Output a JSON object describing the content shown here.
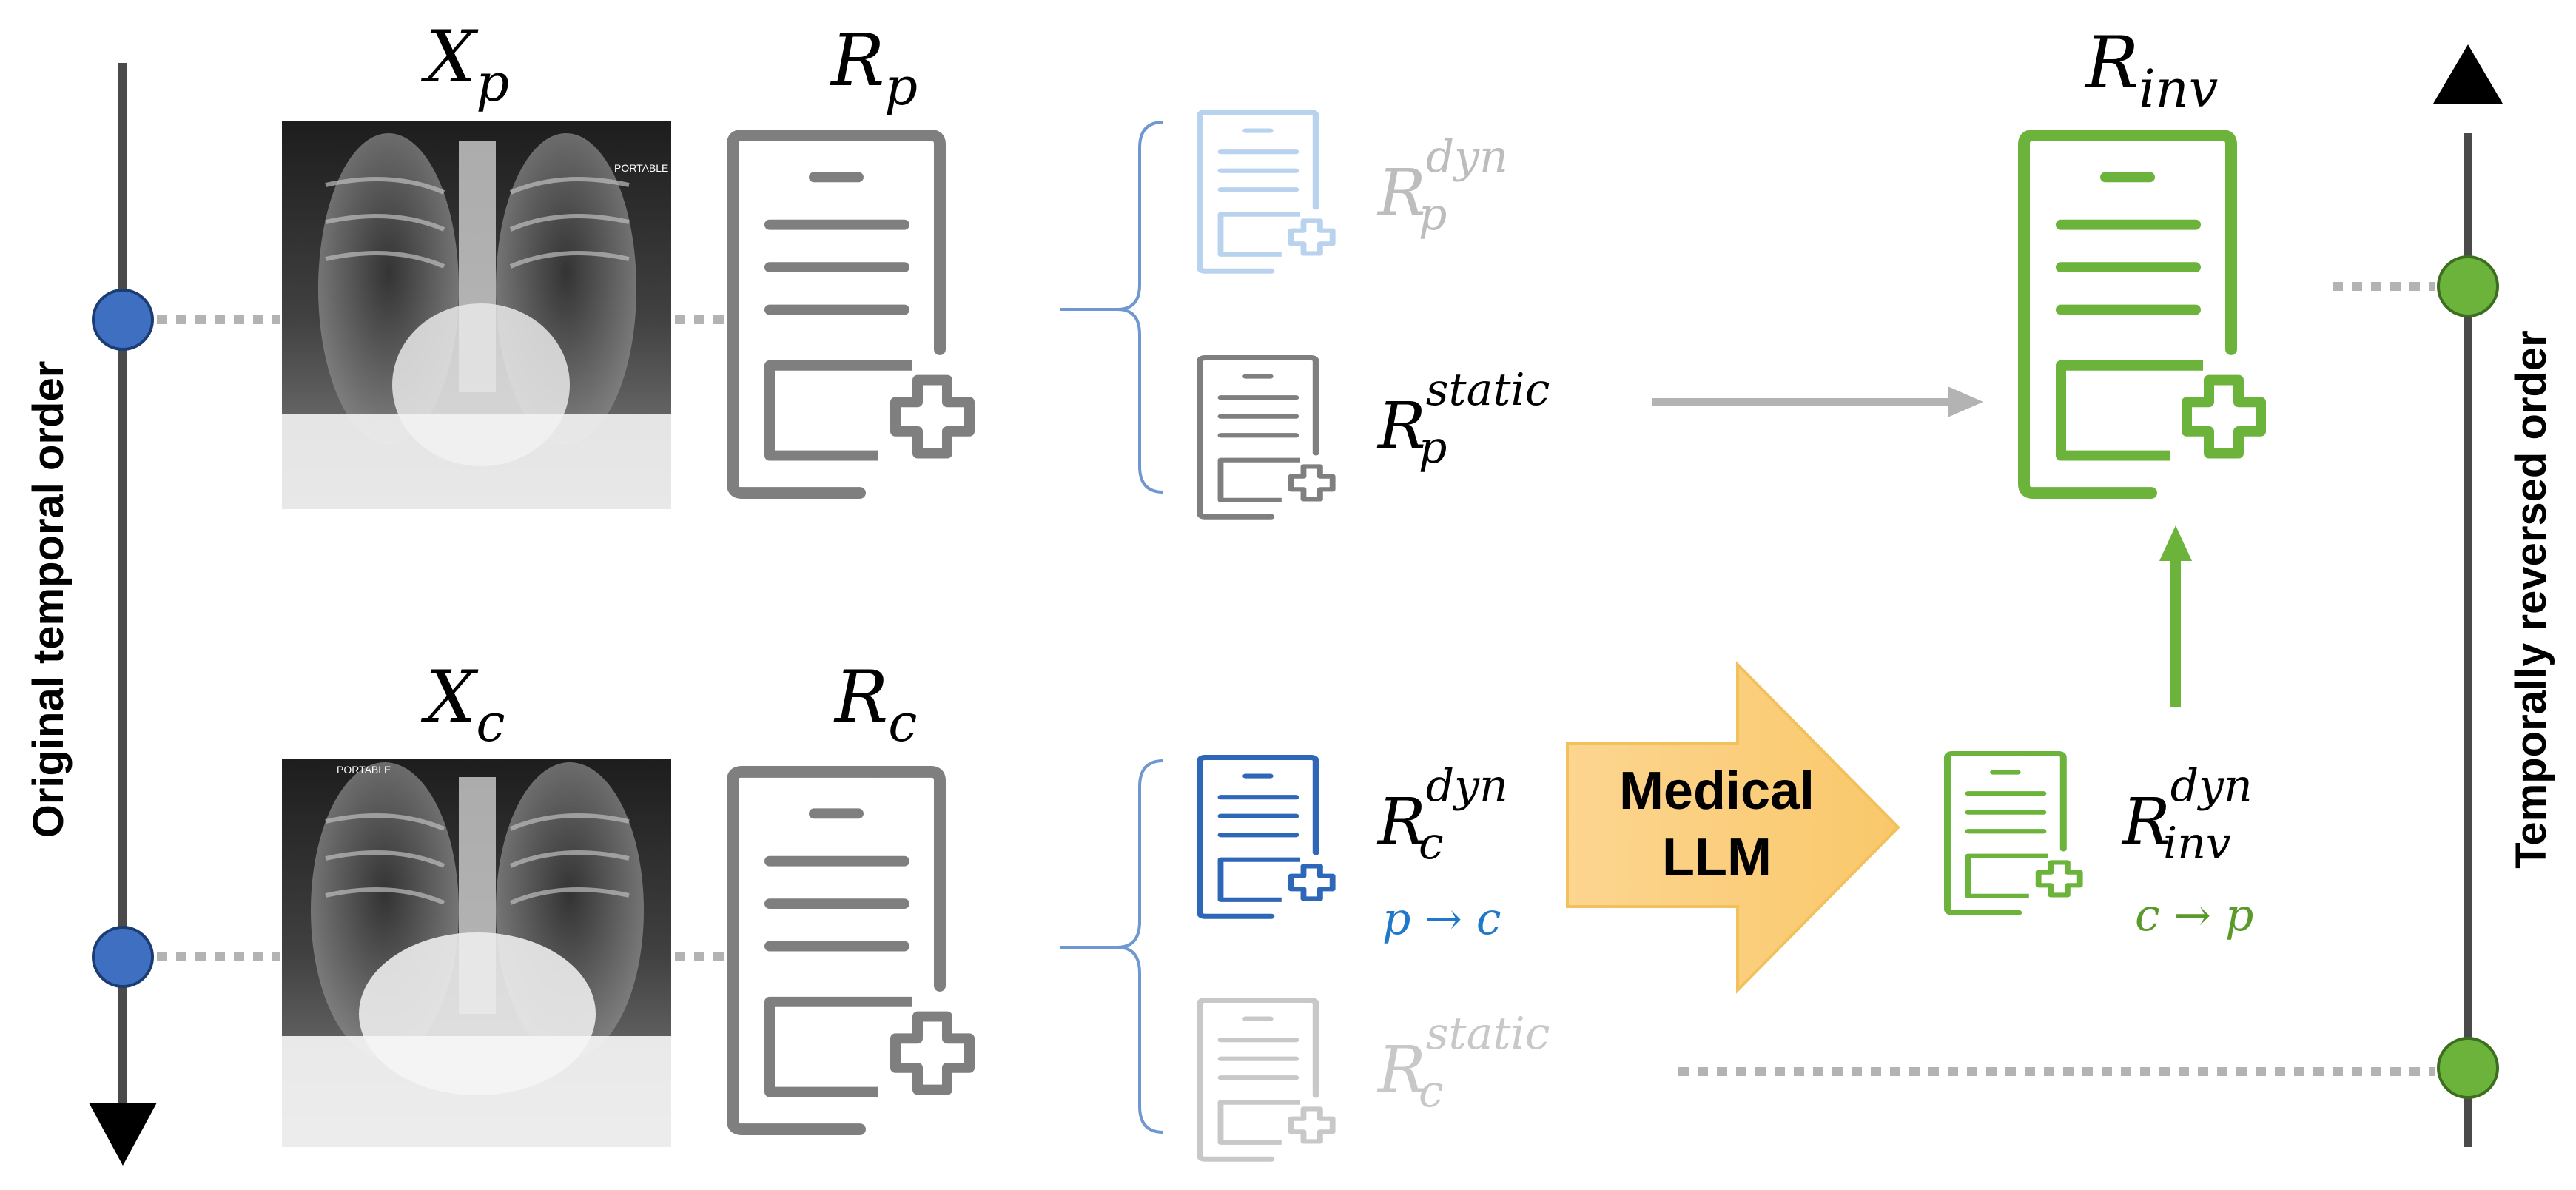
{
  "colors": {
    "blue": "#3f6fc0",
    "blue_dark": "#2e67b8",
    "blue_light": "#b9d3ee",
    "green": "#6bb33b",
    "green_fill": "#7ab648",
    "gray": "#7f7f7f",
    "gray_light": "#c8c8c8",
    "gray_dotted": "#b3b3b3",
    "axis": "#4a4a4a",
    "llm_fill": "#fbcf7f",
    "llm_stroke": "#f2c15c",
    "text_blue": "#1f78c8",
    "text_green": "#5a9a2b"
  },
  "labels": {
    "xp": {
      "base": "X",
      "sub": "p"
    },
    "xc": {
      "base": "X",
      "sub": "c"
    },
    "rp": {
      "base": "R",
      "sub": "p"
    },
    "rc": {
      "base": "R",
      "sub": "c"
    },
    "rinv": {
      "base": "R",
      "sub": "inv"
    },
    "rp_dyn": {
      "base": "R",
      "sup": "dyn",
      "sub": "p"
    },
    "rp_static": {
      "base": "R",
      "sup": "static",
      "sub": "p"
    },
    "rc_dyn": {
      "base": "R",
      "sup": "dyn",
      "sub": "c"
    },
    "rc_static": {
      "base": "R",
      "sup": "static",
      "sub": "c"
    },
    "rinv_dyn": {
      "base": "R",
      "sup": "dyn",
      "sub": "inv"
    },
    "p_to_c": "p → c",
    "c_to_p": "c → p",
    "llm_line1": "Medical",
    "llm_line2": "LLM",
    "left_axis": "Original temporal order",
    "right_axis": "Temporally reversed order"
  },
  "xray": {
    "top_tag": "PORTABLE",
    "bottom_tag": "PORTABLE"
  },
  "icons": [
    "report-icon",
    "xray-image"
  ]
}
